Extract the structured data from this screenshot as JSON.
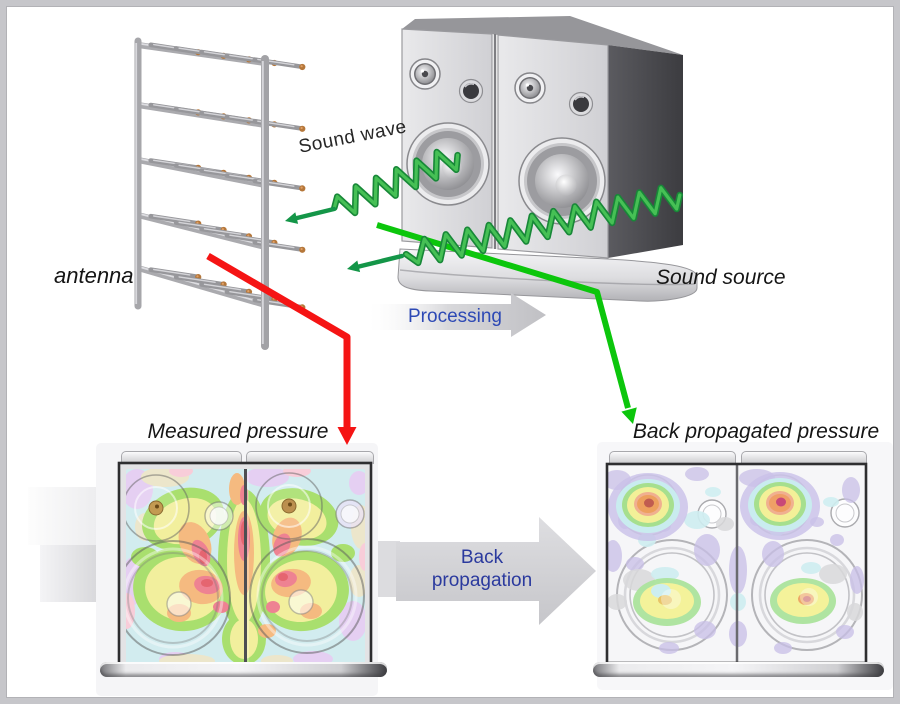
{
  "figure": {
    "title": "Acoustic back-propagation measurement diagram",
    "border_color": "#c6c6ca",
    "background": "#ffffff"
  },
  "labels": {
    "antenna": "antenna",
    "sound_wave": "Sound wave",
    "sound_source": "Sound source",
    "processing": "Processing",
    "back_propagation": "Back propagation",
    "measured_pressure": "Measured pressure",
    "back_propagated_pressure": "Back propagated pressure"
  },
  "colors": {
    "wave_green": "#2fb54e",
    "wave_green_dark": "#16883a",
    "flow_green": "#0cc60c",
    "flow_red": "#f51414",
    "processing_text": "#2d49b5",
    "back_propagation_text": "#2b3a9e",
    "label_color": "#151515",
    "block_arrow_gray": "#c9c9cd"
  },
  "icons": {
    "antenna": "microphone-array-rack",
    "sound_source": "dual-loudspeakers",
    "sound_wave": "green-zigzag-wave-arrow",
    "processing_arrow": "gray-right-block-arrow",
    "back_propagation_arrow": "gray-right-block-arrow",
    "measured_flow": "red-elbow-arrow",
    "back_propagated_flow": "green-elbow-arrow"
  }
}
